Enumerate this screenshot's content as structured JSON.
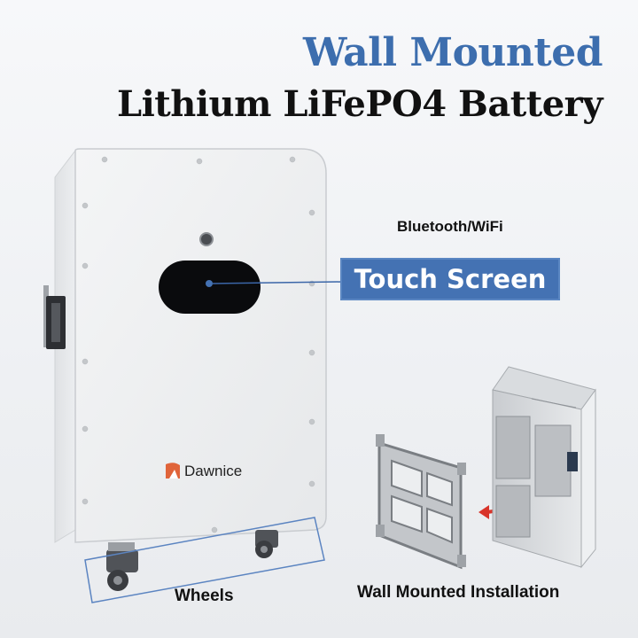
{
  "heading": {
    "line1": "Wall Mounted",
    "line2": "Lithium LiFePO4 Battery"
  },
  "callouts": {
    "bluetooth": "Bluetooth/WiFi",
    "touch_screen": "Touch Screen",
    "wheels": "Wheels",
    "installation": "Wall Mounted Installation"
  },
  "brand": {
    "name": "Dawnice",
    "logo_color": "#e0643a"
  },
  "colors": {
    "title_blue": "#3d6eae",
    "callout_bg": "#4472b3",
    "leader_line": "#3b66a8"
  }
}
